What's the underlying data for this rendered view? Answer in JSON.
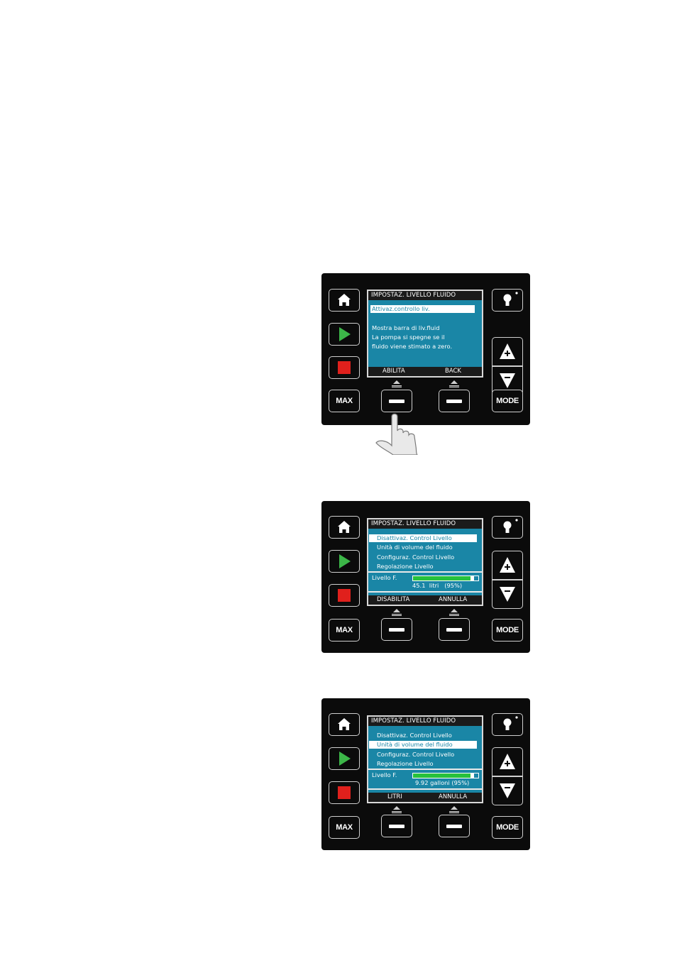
{
  "panels": [
    {
      "title": "IMPOSTAZ. LIVELLO FLUIDO",
      "selected_row": "Attivaz.controllo liv.",
      "description": [
        "Mostra barra di liv.fluid",
        "La pompa si spegne se il",
        "fluido viene stimato a zero."
      ],
      "softkey_left": "ABILITA",
      "softkey_right": "BACK"
    },
    {
      "title": "IMPOSTAZ. LIVELLO FLUIDO",
      "menu": [
        "Disattivaz. Control Livello",
        "Unità di volume del fluido",
        "Configuraz. Control Livello",
        "Regolazione Livello"
      ],
      "selected_index": 0,
      "level_label": "Livello F.",
      "level_value": "45.1  litri   (95%)",
      "level_fraction": 0.95,
      "softkey_left": "DISABILITA",
      "softkey_right": "ANNULLA"
    },
    {
      "title": "IMPOSTAZ. LIVELLO FLUIDO",
      "menu": [
        "Disattivaz. Control Livello",
        "Unità di volume del fluido",
        "Configuraz. Control Livello",
        "Regolazione Livello"
      ],
      "selected_index": 1,
      "level_label": "Livello F.",
      "level_value": "9.92 galloni (95%)",
      "level_fraction": 0.95,
      "softkey_left": "LITRI",
      "softkey_right": "ANNULLA"
    }
  ],
  "buttons": {
    "max": "MAX",
    "mode": "MODE"
  },
  "colors": {
    "screen": "#1a86a6",
    "play": "#3cb648",
    "stop": "#e0201c",
    "level_fill": "#27c13c"
  },
  "icons": [
    "home-icon",
    "play-icon",
    "stop-icon",
    "lightbulb-icon",
    "plus-icon",
    "minus-icon",
    "finger-press-icon"
  ]
}
